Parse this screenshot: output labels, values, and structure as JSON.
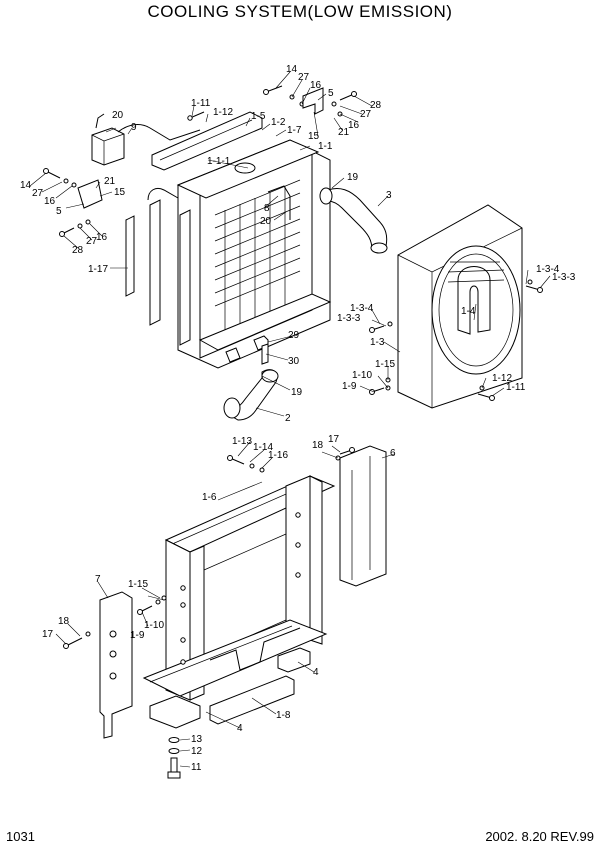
{
  "title": "COOLING SYSTEM(LOW EMISSION)",
  "page_number": "1031",
  "revision": "2002. 8.20 REV.99",
  "callouts": {
    "c14a": "14",
    "c27a": "27",
    "c16a": "16",
    "c5a": "5",
    "c28a": "28",
    "c27b": "27",
    "c16b": "16",
    "c15a": "15",
    "c21a": "21",
    "c20a": "20",
    "c9": "9",
    "c1_11a": "1-11",
    "c1_12a": "1-12",
    "c1_5": "1-5",
    "c1_2": "1-2",
    "c1_7": "1-7",
    "c1_1": "1-1",
    "c1_1_1": "1-1-1",
    "c14b": "14",
    "c27c": "27",
    "c16c": "16",
    "c21b": "21",
    "c15b": "15",
    "c5b": "5",
    "c8": "8",
    "c20b": "20",
    "c19a": "19",
    "c3": "3",
    "c27d": "27",
    "c16d": "16",
    "c28b": "28",
    "c1_17": "1-17",
    "c1_3_4a": "1-3-4",
    "c1_3_3a": "1-3-3",
    "c1_4": "1-4",
    "c1_3_4b": "1-3-4",
    "c1_3_3b": "1-3-3",
    "c1_3": "1-3",
    "c29": "29",
    "c30": "30",
    "c19b": "19",
    "c2": "2",
    "c1_15a": "1-15",
    "c1_10a": "1-10",
    "c1_9a": "1-9",
    "c1_12b": "1-12",
    "c1_11b": "1-11",
    "c1_13": "1-13",
    "c1_14": "1-14",
    "c1_16": "1-16",
    "c18a": "18",
    "c17a": "17",
    "c6": "6",
    "c1_6": "1-6",
    "c7": "7",
    "c1_15b": "1-15",
    "c18b": "18",
    "c17b": "17",
    "c1_10b": "1-10",
    "c1_9b": "1-9",
    "c4a": "4",
    "c4b": "4",
    "c1_8": "1-8",
    "c13": "13",
    "c12": "12",
    "c11": "11"
  }
}
